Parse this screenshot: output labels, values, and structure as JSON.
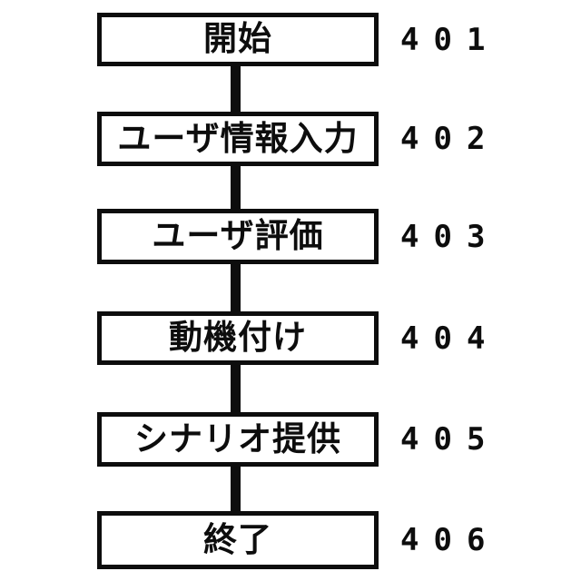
{
  "figure": {
    "type": "flowchart",
    "background_color": "#ffffff",
    "line_color": "#0d0d0d",
    "direction": "top-to-bottom"
  },
  "flowchart": {
    "steps": [
      {
        "label": "開始",
        "ref": "401"
      },
      {
        "label": "ユーザ情報入力",
        "ref": "402"
      },
      {
        "label": "ユーザ評価",
        "ref": "403"
      },
      {
        "label": "動機付け",
        "ref": "404"
      },
      {
        "label": "シナリオ提供",
        "ref": "405"
      },
      {
        "label": "終了",
        "ref": "406"
      }
    ]
  }
}
